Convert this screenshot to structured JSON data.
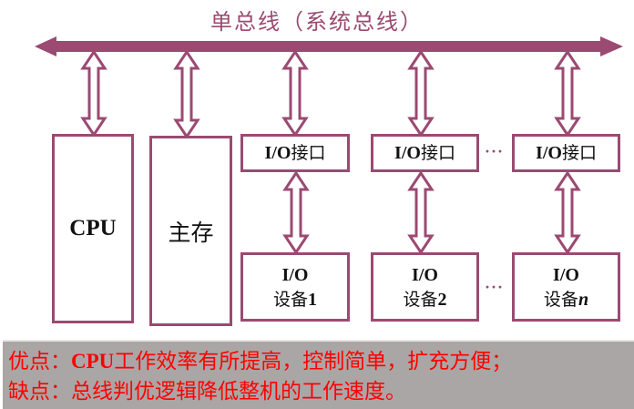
{
  "diagram": {
    "title": "单总线（系统总线）",
    "colors": {
      "bus": "#9b4a72",
      "box_border": "#9b4a72",
      "summary_bg": "#aaa6a6",
      "summary_text": "#ff0000"
    },
    "nodes": {
      "cpu": {
        "label": "CPU"
      },
      "memory": {
        "label": "主存"
      },
      "io_interfaces": [
        {
          "label_latin": "I/O",
          "label_cn": "接口"
        },
        {
          "label_latin": "I/O",
          "label_cn": "接口"
        },
        {
          "label_latin": "I/O",
          "label_cn": "接口"
        }
      ],
      "io_devices": [
        {
          "line1": "I/O",
          "line2_cn": "设备",
          "index": "1"
        },
        {
          "line1": "I/O",
          "line2_cn": "设备",
          "index": "2"
        },
        {
          "line1": "I/O",
          "line2_cn": "设备",
          "index": "n"
        }
      ],
      "ellipsis": "···"
    },
    "edges": [
      {
        "from": "cpu",
        "to": "bus",
        "type": "bidirectional"
      },
      {
        "from": "memory",
        "to": "bus",
        "type": "bidirectional"
      },
      {
        "from": "io_interface_1",
        "to": "bus",
        "type": "bidirectional"
      },
      {
        "from": "io_interface_2",
        "to": "bus",
        "type": "bidirectional"
      },
      {
        "from": "io_interface_n",
        "to": "bus",
        "type": "bidirectional"
      },
      {
        "from": "io_interface_1",
        "to": "io_device_1",
        "type": "bidirectional"
      },
      {
        "from": "io_interface_2",
        "to": "io_device_2",
        "type": "bidirectional"
      },
      {
        "from": "io_interface_n",
        "to": "io_device_n",
        "type": "bidirectional"
      }
    ]
  },
  "summary": {
    "pros_label": "优点：",
    "pros_latin": "CPU",
    "pros_text": "工作效率有所提高，控制简单，扩充方便；",
    "cons_label": "缺点：",
    "cons_text": "总线判优逻辑降低整机的工作速度。"
  }
}
